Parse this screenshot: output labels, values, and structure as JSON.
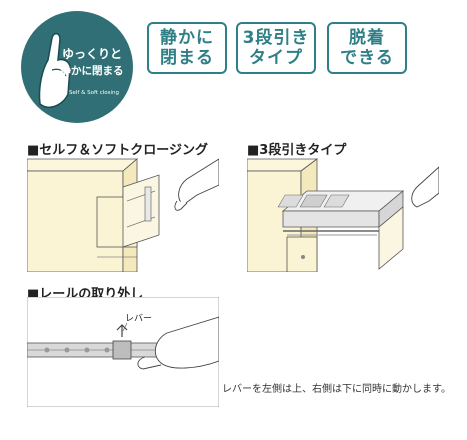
{
  "logo": {
    "line1": "ゆっくりと",
    "line2": "静かに閉まる",
    "caption": "Self & Soft closing",
    "bg_color": "#2f6f75"
  },
  "features": [
    {
      "label": "静かに\n閉まる"
    },
    {
      "label": "3段引き\nタイプ"
    },
    {
      "label": "脱着\nできる"
    }
  ],
  "sections": {
    "self_soft_closing": "■セルフ＆ソフトクロージング",
    "three_stage": "■3段引きタイプ",
    "rail_removal": "■レールの取り外し"
  },
  "rail_callout": "レバー",
  "note": "レバーを左側は上、右側は下に同時に動かします。",
  "colors": {
    "accent": "#2f7f86",
    "cabinet": "#faf3d4",
    "rail": "#d9d9d9"
  }
}
